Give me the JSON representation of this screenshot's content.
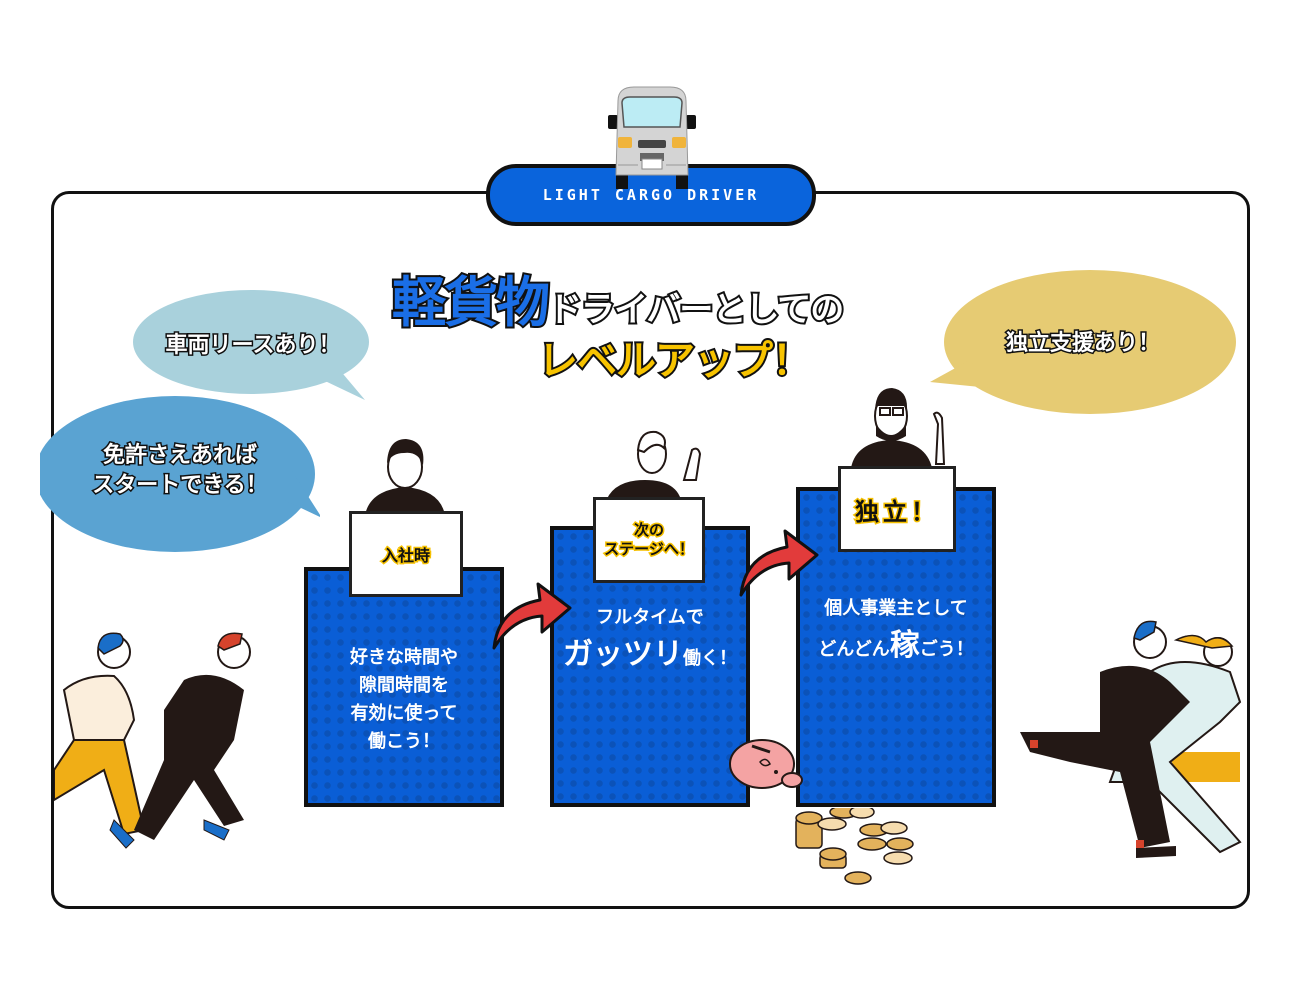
{
  "badge": {
    "label": "LIGHT CARGO DRIVER",
    "color": "#0a64dc"
  },
  "heading": {
    "line1_emphasis": "軽貨物",
    "line1_rest": "ドライバーとしての",
    "line2": "レベルアップ！",
    "emphasis_color": "#1a6ee6",
    "line2_color": "#f7c300"
  },
  "bubbles": [
    {
      "text": "車両リースあり！",
      "color": "#a9d1dc"
    },
    {
      "line1": "免許さえあれば",
      "line2": "スタートできる！",
      "color": "#5aa3d2"
    },
    {
      "text": "独立支援あり！",
      "color": "#e6cb73"
    }
  ],
  "steps": [
    {
      "sign": "入社時",
      "lines": [
        "好きな時間や",
        "隙間時間を",
        "有効に使って",
        "働こう！"
      ]
    },
    {
      "sign_line1": "次の",
      "sign_line2": "ステージへ！",
      "line1": "フルタイムで",
      "big": "ガッツリ",
      "line2_rest": "働く！"
    },
    {
      "sign": "独立！",
      "line1": "個人事業主として",
      "line2_pre": "どんどん",
      "big": "稼",
      "line2_post": "ごう！"
    }
  ],
  "colors": {
    "step_blue": "#0a5ed6",
    "arrow_red": "#e23b3b",
    "frame": "#111111"
  }
}
